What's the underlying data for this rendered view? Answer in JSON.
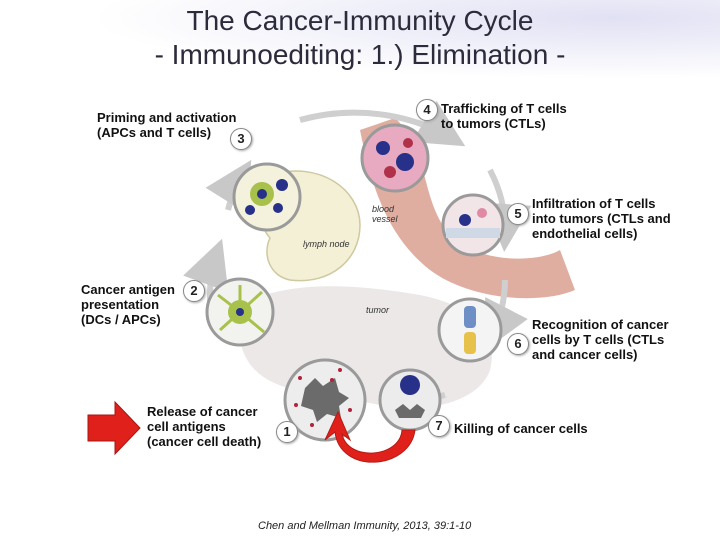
{
  "title": {
    "line1": "The Cancer-Immunity Cycle",
    "line2": "- Immunoediting: 1.) Elimination -"
  },
  "steps": [
    {
      "num": "1",
      "label": "Release of cancer\ncell antigens\n(cancer cell death)"
    },
    {
      "num": "2",
      "label": "Cancer antigen\npresentation\n(DCs / APCs)"
    },
    {
      "num": "3",
      "label": "Priming and activation\n(APCs and T cells)"
    },
    {
      "num": "4",
      "label": "Trafficking of T cells\nto tumors (CTLs)"
    },
    {
      "num": "5",
      "label": "Infiltration of T cells\ninto tumors (CTLs and\nendothelial cells)"
    },
    {
      "num": "6",
      "label": "Recognition of cancer\ncells by T cells (CTLs\nand cancer cells)"
    },
    {
      "num": "7",
      "label": "Killing of cancer cells"
    }
  ],
  "diagram_text": {
    "blood_vessel": "blood\nvessel",
    "lymph_node": "lymph node",
    "tumor": "tumor"
  },
  "citation": "Chen and Mellman Immunity, 2013, 39:1-10",
  "colors": {
    "arrow_red": "#e0211b",
    "vessel": "#d9a08f",
    "cell_pink": "#e7aac0",
    "nucleus_blue": "#27318a"
  }
}
